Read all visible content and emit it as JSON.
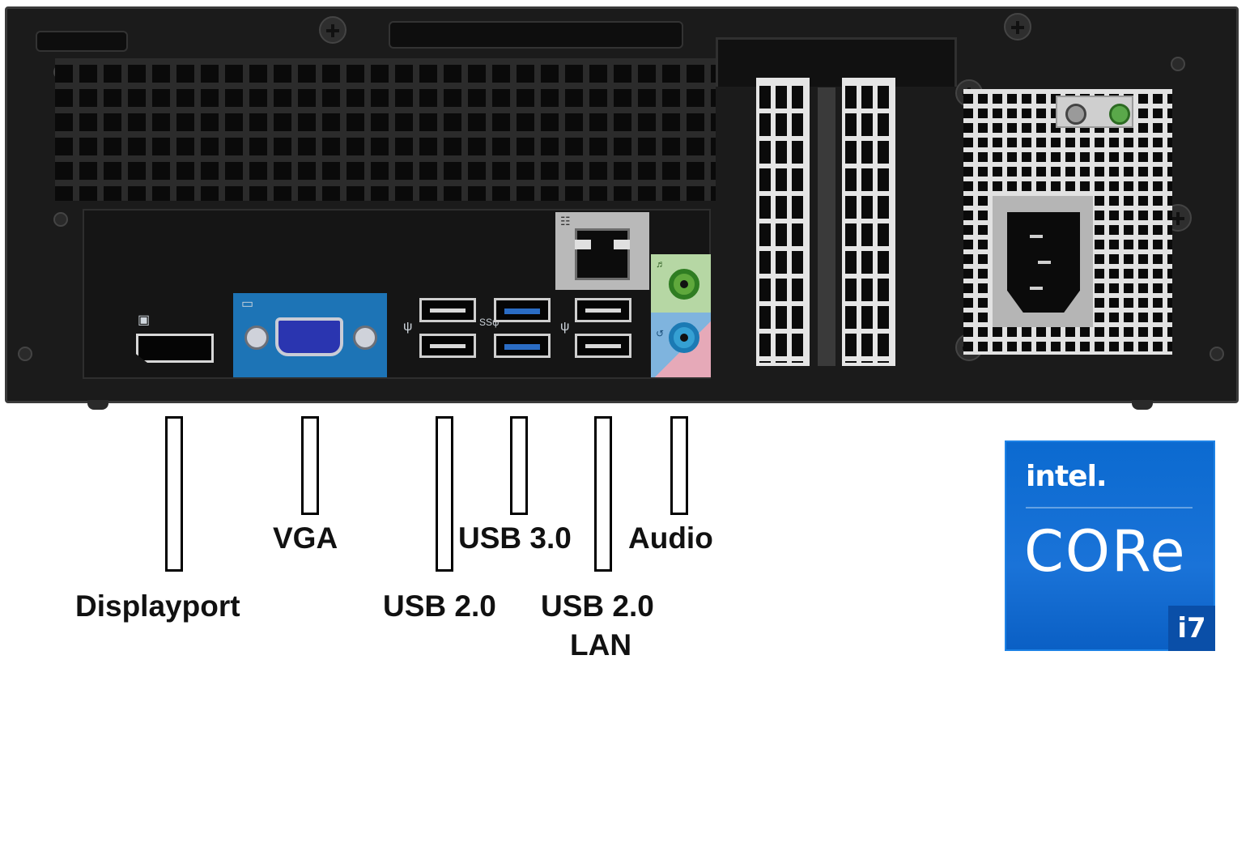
{
  "labels": {
    "displayport": "Displayport",
    "vga": "VGA",
    "usb3": "USB 3.0",
    "audio": "Audio",
    "usb2_left": "USB 2.0",
    "usb2_right": "USB 2.0",
    "lan": "LAN"
  },
  "badge": {
    "brand": "intel.",
    "product": "CORe",
    "tier": "i7"
  },
  "colors": {
    "vga_plate": "#1d74b6",
    "audio_line_out": "#5fa83c",
    "audio_line_in": "#35a0d3",
    "usb3_tongue": "#2a6cc4",
    "intel_blue": "#1a73d8"
  },
  "icons": {
    "displayport": "displayport-icon",
    "vga": "monitor-icon",
    "usb": "usb-trident-icon",
    "usb_ss": "usb-superspeed-icon",
    "lan": "network-icon",
    "audio_out": "headphone-icon",
    "audio_in": "line-in-icon"
  }
}
